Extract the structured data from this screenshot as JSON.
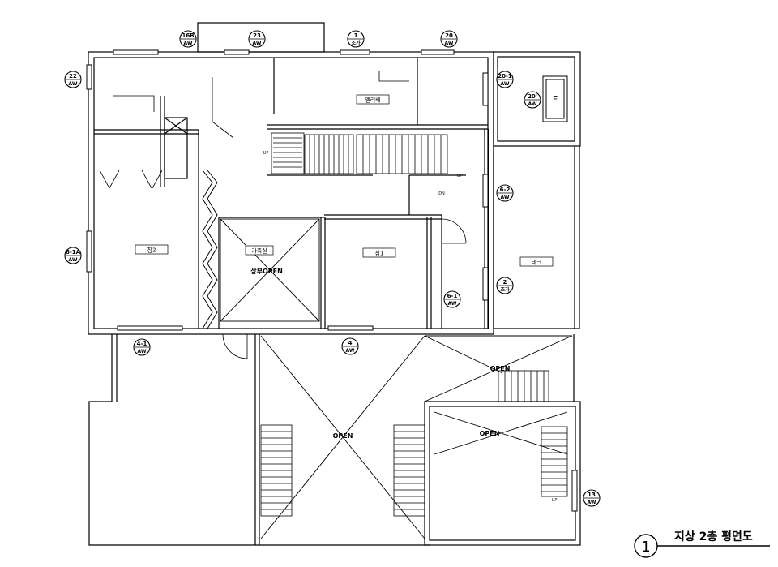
{
  "tags": [
    {
      "id": "tag-16b",
      "top": "16B",
      "bottom": "AW"
    },
    {
      "id": "tag-23",
      "top": "23",
      "bottom": "AW"
    },
    {
      "id": "tag-1",
      "top": "1",
      "bottom": "조가"
    },
    {
      "id": "tag-20",
      "top": "20",
      "bottom": "AW"
    },
    {
      "id": "tag-22",
      "top": "22",
      "bottom": "AW"
    },
    {
      "id": "tag-20-1",
      "top": "20-1",
      "bottom": "AW"
    },
    {
      "id": "tag-20w",
      "top": "20'",
      "bottom": "AW"
    },
    {
      "id": "tag-6-2",
      "top": "6-2",
      "bottom": "AW"
    },
    {
      "id": "tag-6-1a",
      "top": "6-1A",
      "bottom": "AW"
    },
    {
      "id": "tag-2",
      "top": "2",
      "bottom": "조가"
    },
    {
      "id": "tag-6-1",
      "top": "6-1",
      "bottom": "AW"
    },
    {
      "id": "tag-4-1",
      "top": "4-1",
      "bottom": "AW"
    },
    {
      "id": "tag-4",
      "top": "4",
      "bottom": "AW"
    },
    {
      "id": "tag-13",
      "top": "13",
      "bottom": "AW"
    }
  ],
  "rooms": {
    "elevator": "엘리베",
    "room2": "침2",
    "dressroom": "가족실",
    "void_upper": "상부OPEN",
    "room1": "침1",
    "terrace": "테크",
    "open_main": "OPEN",
    "open_right": "OPEN",
    "open_inner": "OPEN",
    "fridge": "F",
    "up1": "UP",
    "up2": "UP",
    "up3": "UP",
    "dn": "DN"
  },
  "title": {
    "number": "1",
    "text": "지상 2층 평면도"
  }
}
